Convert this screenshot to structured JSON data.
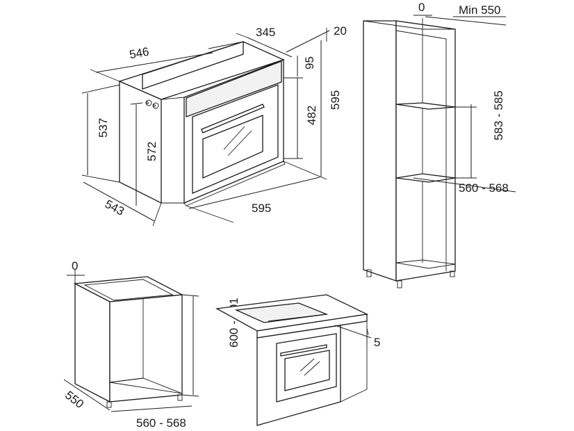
{
  "diagram": {
    "oven_dims": {
      "width_top": "546",
      "depth_top": "345",
      "gap_top": "20",
      "panel_height": "95",
      "front_height": "482",
      "total_height": "595",
      "side_height": "537",
      "inner_height": "572",
      "depth_bottom": "543",
      "width_bottom": "595"
    },
    "column_dims": {
      "gap": "0",
      "min_depth": "Min 550",
      "niche_height": "583 - 585",
      "niche_width": "560 - 568"
    },
    "base_dims": {
      "gap": "0",
      "height": "600 - 601",
      "depth": "550",
      "width": "560 - 568"
    },
    "undercounter_dims": {
      "gap": "5"
    }
  }
}
